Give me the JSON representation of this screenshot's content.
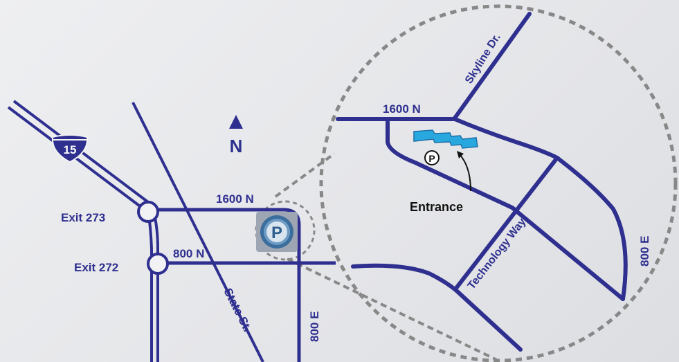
{
  "map": {
    "colors": {
      "road": "#2e2f8f",
      "background": "#e8e9eb",
      "callout_dash": "#888888",
      "building": "#29a8e0",
      "entrance_text": "#111111"
    },
    "interstate_shield": {
      "number": "15",
      "icon": "interstate-shield-icon"
    },
    "north_arrow": {
      "label": "N",
      "icon": "north-arrow-icon"
    },
    "parking_badge": {
      "letter": "P",
      "icon": "parking-badge-icon"
    },
    "overview_labels": {
      "exit_273": "Exit 273",
      "exit_272": "Exit 272",
      "road_1600n": "1600 N",
      "road_800n": "800 N",
      "state_st": "State St.",
      "road_800e": "800 E"
    },
    "inset_labels": {
      "road_1600n": "1600 N",
      "skyline": "Skyline Dr.",
      "technology_way": "Technology Way",
      "road_800e": "800 E",
      "entrance": "Entrance",
      "parking_letter": "P"
    }
  }
}
